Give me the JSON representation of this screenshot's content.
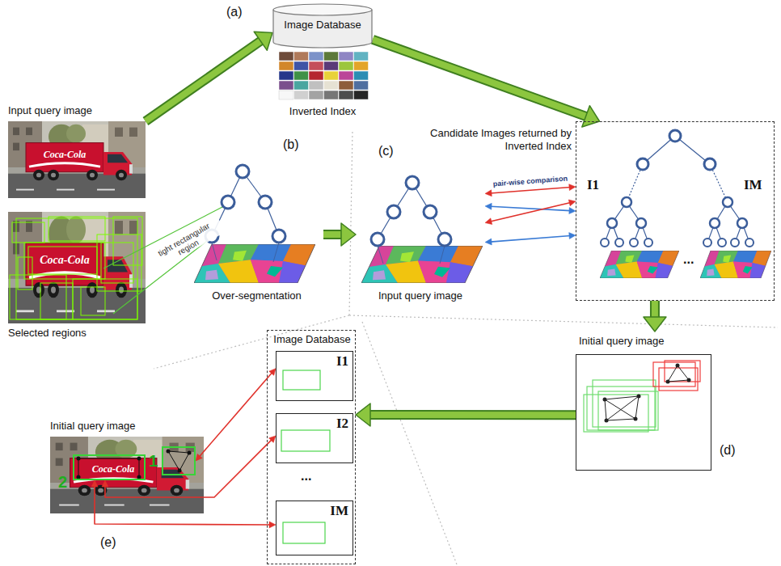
{
  "diagram": {
    "nodes": [
      {
        "text": [
          "Image Database",
          "Inverted Index"
        ]
      },
      {
        "text": [
          "Input query image"
        ]
      },
      {
        "text": [
          "Selected regions"
        ]
      },
      {
        "text": [
          "Over-segmentation"
        ]
      },
      {
        "text": [
          "Input query image"
        ]
      },
      {
        "text": [
          "Candidate Images returned by Inverted Index"
        ]
      },
      {
        "text": [
          "Initial query image"
        ]
      },
      {
        "text": [
          "Initial query image"
        ]
      },
      {
        "text": [
          "1"
        ],
        "in": 7
      },
      {
        "text": [
          "2"
        ],
        "in": 7
      },
      {
        "text": [
          "Image Database"
        ]
      },
      {
        "text": [
          "I1"
        ],
        "in": 10
      },
      {
        "text": [
          "I2"
        ],
        "in": 10
      },
      {
        "text": [
          "IM"
        ],
        "in": 10
      }
    ],
    "edges": [
      {
        "from": 1,
        "to": 0,
        "arrow": "to"
      },
      {
        "from": 0,
        "to": 5,
        "arrow": "to"
      },
      {
        "from": 3,
        "to": 4,
        "arrow": "to"
      },
      {
        "from": 4,
        "to": 5,
        "arrow": "both",
        "label": "pair-wise comparison"
      },
      {
        "from": 4,
        "to": 5,
        "arrow": "both"
      },
      {
        "from": 4,
        "to": 5,
        "arrow": "both"
      },
      {
        "from": 4,
        "to": 5,
        "arrow": "both"
      },
      {
        "from": 5,
        "to": 6,
        "arrow": "to"
      },
      {
        "from": 6,
        "to": 10,
        "arrow": "to"
      },
      {
        "from": 8,
        "to": 11,
        "arrow": "both"
      },
      {
        "from": 9,
        "to": 12,
        "arrow": "both"
      },
      {
        "from": 9,
        "to": 13,
        "arrow": "both"
      }
    ],
    "labels": [
      "(a)",
      "(b)",
      "tight rectangular region",
      "Coca-Cola",
      "Coca-Cola",
      "(c)",
      "I1",
      "...",
      "IM",
      "(d)",
      "Coca-Cola",
      "(e)",
      "..."
    ]
  }
}
